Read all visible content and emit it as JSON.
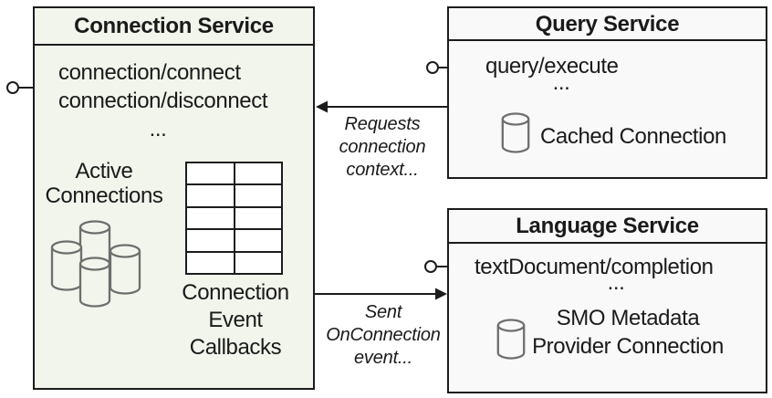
{
  "diagram": {
    "connection_service": {
      "title": "Connection Service",
      "methods": "connection/connect\nconnection/disconnect",
      "ellipsis": "...",
      "active_connections": "Active\nConnections",
      "callbacks": "Connection\nEvent\nCallbacks"
    },
    "query_service": {
      "title": "Query Service",
      "method": "query/execute",
      "ellipsis": "...",
      "cached": "Cached Connection"
    },
    "language_service": {
      "title": "Language Service",
      "method": "textDocument/completion",
      "ellipsis": "...",
      "cached": "SMO Metadata\nProvider Connection"
    },
    "labels": {
      "requests": "Requests\nconnection\ncontext...",
      "sent": "Sent\nOnConnection\nevent..."
    },
    "icons": {
      "database-cylinder": "cylinder outline shape",
      "lollipop-interface": "circle with stem line",
      "callback-table": "2x5 grid"
    },
    "table": {
      "rows": 5,
      "cols": 2
    },
    "colors": {
      "connection_bg": "#f2f5ec",
      "service_bg": "#f9f9fa",
      "border": "#1c1c1c",
      "cylinder_stroke": "#6e6e6e",
      "text": "#1a1a1a"
    }
  }
}
